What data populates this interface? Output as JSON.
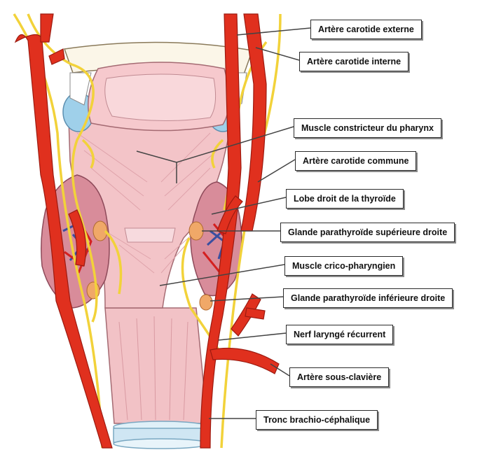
{
  "diagram": {
    "labels": {
      "carotide_externe": "Artère carotide externe",
      "carotide_interne": "Artère carotide interne",
      "constricteur": "Muscle constricteur du pharynx",
      "carotide_commune": "Artère carotide commune",
      "lobe_thyroide": "Lobe droit de la thyroïde",
      "parathyroide_sup": "Glande parathyroïde supérieure droite",
      "crico_pharyngien": "Muscle crico-pharyngien",
      "parathyroide_inf": "Glande parathyroïde inférieure droite",
      "nerf_recurrent": "Nerf laryngé récurrent",
      "sous_claviere": "Artère sous-clavière",
      "tronc_brachio": "Tronc brachio-céphalique"
    }
  }
}
